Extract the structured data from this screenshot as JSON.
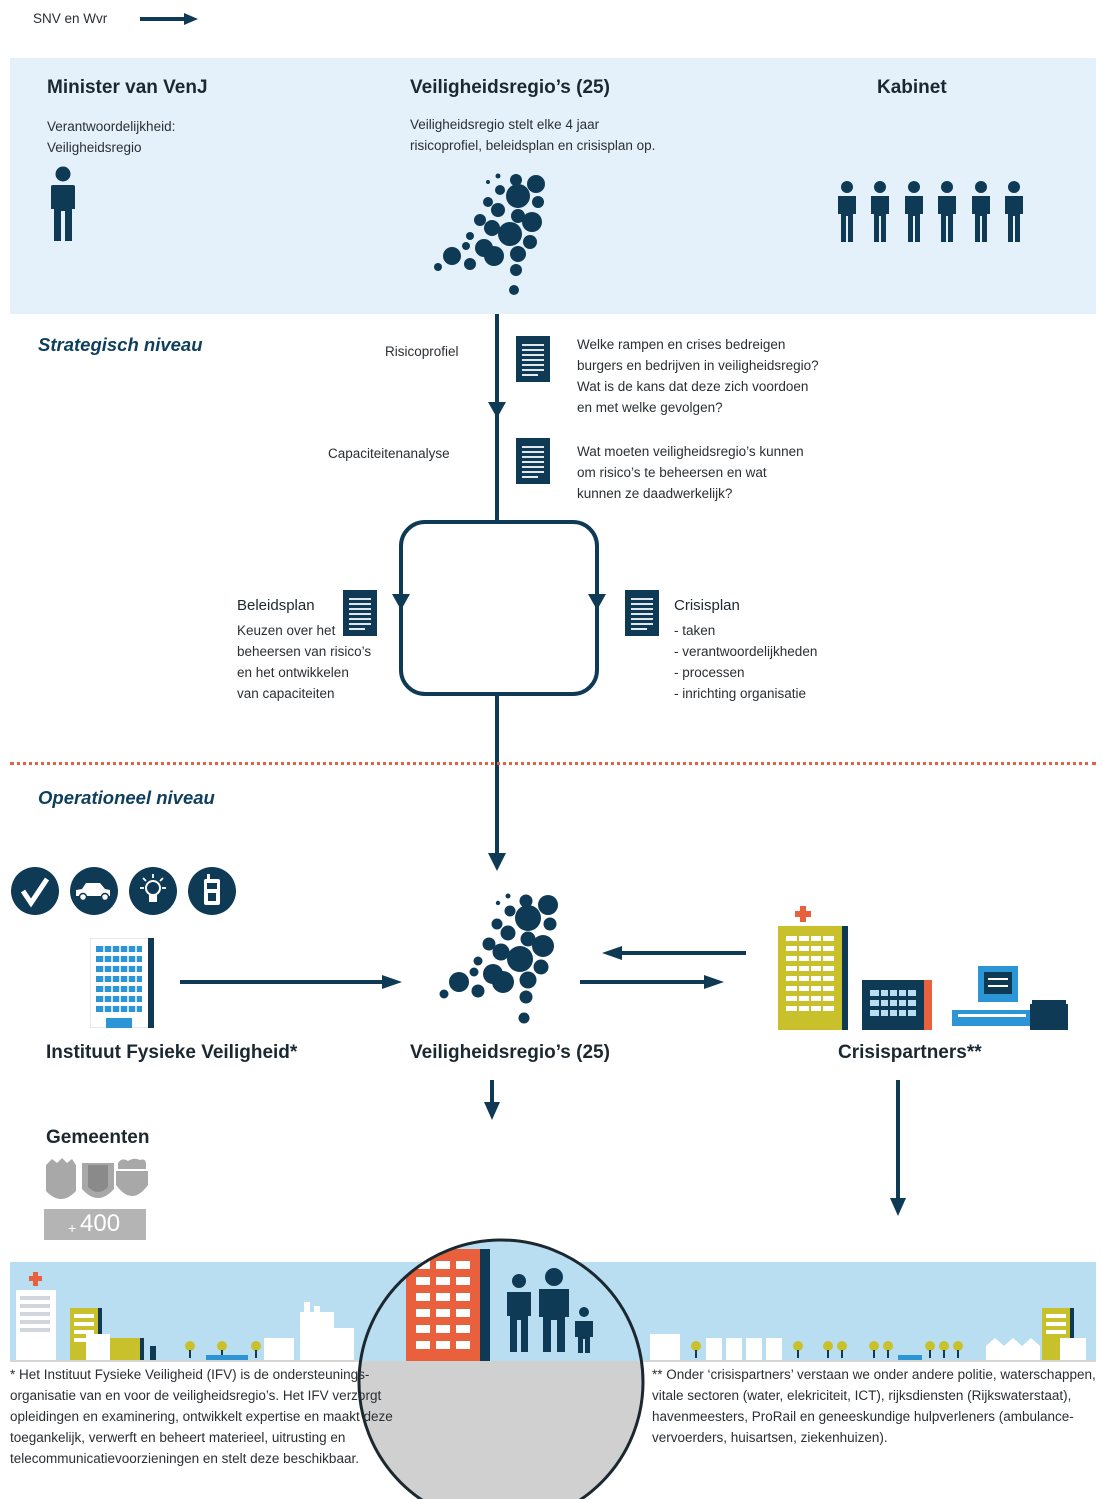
{
  "legend": {
    "label": "SNV en Wvr"
  },
  "top": {
    "minister": {
      "title": "Minister van VenJ",
      "text": "Verantwoordelijkheid:\nVeiligheidsregio"
    },
    "regions": {
      "title": "Veiligheidsregio’s (25)",
      "text": "Veiligheidsregio stelt elke 4 jaar\nrisicoprofiel, beleidsplan en crisisplan op."
    },
    "cabinet": {
      "title": "Kabinet"
    }
  },
  "strategic": {
    "heading": "Strategisch niveau",
    "risk_label": "Risicoprofiel",
    "risk_text": "Welke rampen en crises bedreigen\nburgers en bedrijven in veiligheidsregio?\nWat is de kans dat deze zich voordoen\nen met welke gevolgen?",
    "cap_label": "Capaciteitenanalyse",
    "cap_text": "Wat moeten veiligheidsregio’s kunnen\nom risico’s te beheersen en wat\nkunnen ze daadwerkelijk?",
    "policy_title": "Beleidsplan",
    "policy_text": "Keuzen over het\nbeheersen van risico’s\nen het  ontwikkelen\nvan capaciteiten",
    "crisis_title": "Crisisplan",
    "crisis_items": "- taken\n- verantwoordelijkheden\n- processen\n- inrichting organisatie"
  },
  "operational": {
    "heading": "Operationeel niveau",
    "ifv": "Instituut Fysieke Veiligheid*",
    "regions": "Veiligheidsregio’s (25)",
    "partners": "Crisispartners**",
    "municipalities": "Gemeenten",
    "municipalities_count": "400",
    "municipalities_prefix": "+"
  },
  "footnotes": {
    "left": "* Het Instituut Fysieke Veiligheid (IFV) is de ondersteunings-\n   organisatie van en voor de veiligheidsregio’s. Het IFV verzorgt\n   opleidingen en examinering, ontwikkelt expertise en maakt deze\n   toegankelijk, verwerft en beheert materieel, uitrusting en\n   telecommunicatievoorzieningen en stelt deze beschikbaar.",
    "right": "** Onder ‘crisispartners’ verstaan we onder andere politie, waterschappen,\n     vitale sectoren (water, elekriciteit, ICT), rijksdiensten (Rijkswaterstaat),\n     havenmeesters, ProRail en geneeskundige hulpverleners (ambulance-\n     vervoerders, huisartsen, ziekenhuizen)."
  },
  "colors": {
    "navy": "#0e3a55",
    "light_blue": "#e4f1fa",
    "sky": "#b9def2",
    "orange": "#e8613c",
    "olive": "#c8c12c",
    "gray": "#a8a8a8"
  }
}
